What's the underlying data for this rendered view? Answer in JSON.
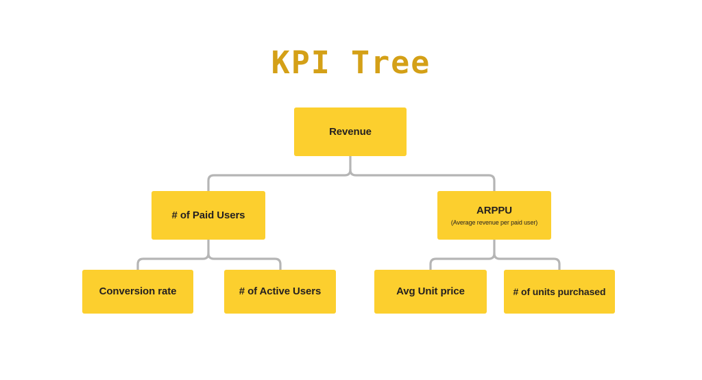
{
  "page": {
    "title": "KPI Tree",
    "background_color": "#ffffff"
  },
  "theme": {
    "title_color": "#d4a017",
    "node_fill": "#fccf2e",
    "node_text_color": "#231f20",
    "connector_color": "#b5b5b5"
  },
  "diagram": {
    "type": "tree",
    "root": {
      "id": "revenue",
      "label": "Revenue"
    },
    "level2": [
      {
        "id": "paid-users",
        "label": "# of Paid Users",
        "subtitle": ""
      },
      {
        "id": "arppu",
        "label": "ARPPU",
        "subtitle": "(Average revenue per paid user)"
      }
    ],
    "level3": [
      {
        "id": "conversion-rate",
        "label": "Conversion rate",
        "parent": "paid-users"
      },
      {
        "id": "active-users",
        "label": "# of Active Users",
        "parent": "paid-users"
      },
      {
        "id": "avg-unit-price",
        "label": "Avg Unit price",
        "parent": "arppu"
      },
      {
        "id": "units-purchased",
        "label": "# of units purchased",
        "parent": "arppu"
      }
    ]
  }
}
